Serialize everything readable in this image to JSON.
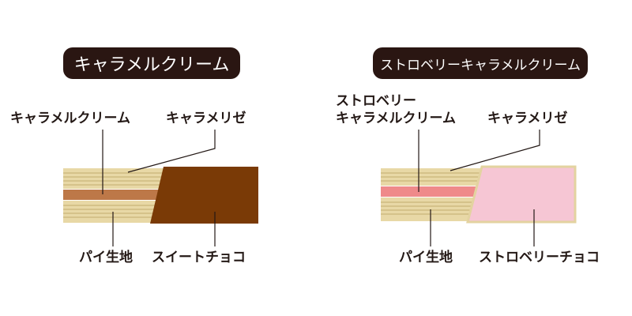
{
  "left": {
    "title": "キャラメルクリーム",
    "labels": {
      "cream": "キャラメルクリーム",
      "caramelize": "キャラメリゼ",
      "pie": "パイ生地",
      "choco": "スイートチョコ"
    }
  },
  "right": {
    "title": "ストロベリーキャラメルクリーム",
    "labels": {
      "cream_line1": "ストロベリー",
      "cream_line2": "キャラメルクリーム",
      "caramelize": "キャラメリゼ",
      "pie": "パイ生地",
      "choco": "ストロベリーチョコ"
    }
  },
  "colors": {
    "title_bg": "#2a1612",
    "pastry": "#e8d8a6",
    "pastry_line": "#c9b57a",
    "caramel_cream": "#bd7848",
    "sweet_choco": "#7a3a06",
    "strawberry_cream": "#ef8a8a",
    "strawberry_choco": "#f6c6d4",
    "strawberry_choco_border": "#e3d3a0",
    "leader": "#231815"
  }
}
